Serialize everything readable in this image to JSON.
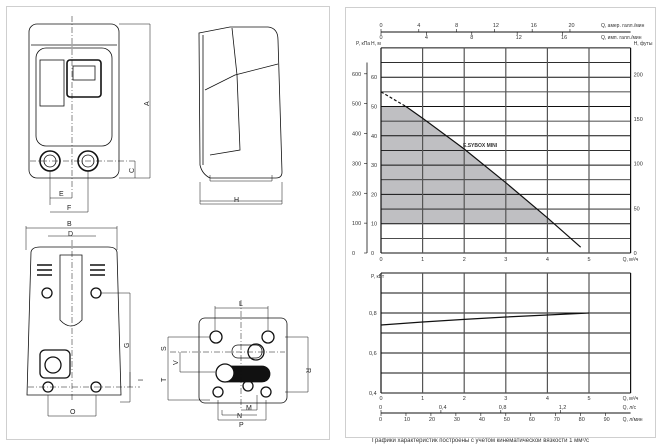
{
  "drawings": {
    "front_view": {
      "labels": {
        "A": "A",
        "C": "C",
        "E": "E",
        "F": "F"
      }
    },
    "side_view": {
      "labels": {
        "H": "H"
      }
    },
    "back_view": {
      "labels": {
        "B": "B",
        "D": "D",
        "G": "G",
        "I": "I",
        "O": "O"
      }
    },
    "bottom_view": {
      "labels": {
        "L": "L",
        "S": "S",
        "V": "V",
        "T": "T",
        "R": "R",
        "M": "M",
        "N": "N",
        "P": "P"
      }
    }
  },
  "chart_data": [
    {
      "type": "area",
      "title": "",
      "series_label": "E.SYBOX MINI",
      "xlabel": "Q, м³/ч",
      "ylabel_left": "H, м",
      "ylabel_pressure": "P, кПа",
      "ylabel_right": "H, футы",
      "xlim": [
        0,
        6
      ],
      "ylim": [
        0,
        70
      ],
      "x_ticks": [
        0,
        1,
        2,
        3,
        4,
        5
      ],
      "y_ticks": [
        0,
        10,
        20,
        30,
        40,
        50,
        60
      ],
      "pressure_ticks": [
        0,
        100,
        200,
        300,
        400,
        500,
        600
      ],
      "feet_ticks": [
        0,
        50,
        100,
        150,
        200
      ],
      "top_axis_us": {
        "label": "Q, амер. галл./мин",
        "ticks": [
          0,
          4,
          8,
          12,
          16,
          20
        ]
      },
      "top_axis_imp": {
        "label": "Q, имп. галл./мин",
        "ticks": [
          0,
          4,
          8,
          12,
          16
        ]
      },
      "curve_dashed": {
        "x": [
          0,
          0.6
        ],
        "y": [
          55,
          50
        ]
      },
      "curve": {
        "x": [
          0.6,
          1,
          2,
          3,
          4,
          4.8
        ],
        "y": [
          50,
          46,
          35.5,
          24,
          12,
          2
        ]
      },
      "operating_area": {
        "x": [
          0,
          0.6,
          1,
          2,
          3,
          4,
          4.15
        ],
        "y": [
          50,
          50,
          46,
          35.5,
          24,
          12,
          10
        ],
        "floor": 10
      },
      "grid": true,
      "colors": {
        "fill": "#bfbfc2",
        "line": "#111111",
        "grid": "#555555"
      }
    },
    {
      "type": "line",
      "xlabel": "Q, м³/ч",
      "ylabel": "P, кВт",
      "xlim": [
        0,
        6
      ],
      "ylim": [
        0.4,
        1.0
      ],
      "x_ticks": [
        0,
        1,
        2,
        3,
        4,
        5
      ],
      "y_ticks": [
        0.4,
        0.6,
        0.8
      ],
      "y_tick_labels": [
        "0,4",
        "0,6",
        "0,8"
      ],
      "series": [
        {
          "name": "E.SYBOX MINI",
          "x": [
            0,
            1,
            2,
            3,
            4,
            5
          ],
          "y": [
            0.74,
            0.755,
            0.768,
            0.78,
            0.79,
            0.8
          ]
        }
      ],
      "axis_ls": {
        "label": "Q, л/с",
        "ticks": [
          0,
          0.4,
          0.8,
          1.2
        ],
        "tick_labels": [
          "0",
          "0,4",
          "0,8",
          "1,2"
        ]
      },
      "axis_lmin": {
        "label": "Q, л/мин",
        "ticks": [
          0,
          10,
          20,
          30,
          40,
          50,
          60,
          70,
          80,
          90
        ]
      },
      "grid": true
    }
  ],
  "caption": "Графики характеристик построены с учетом кинематической вязкости 1 мм²/с"
}
